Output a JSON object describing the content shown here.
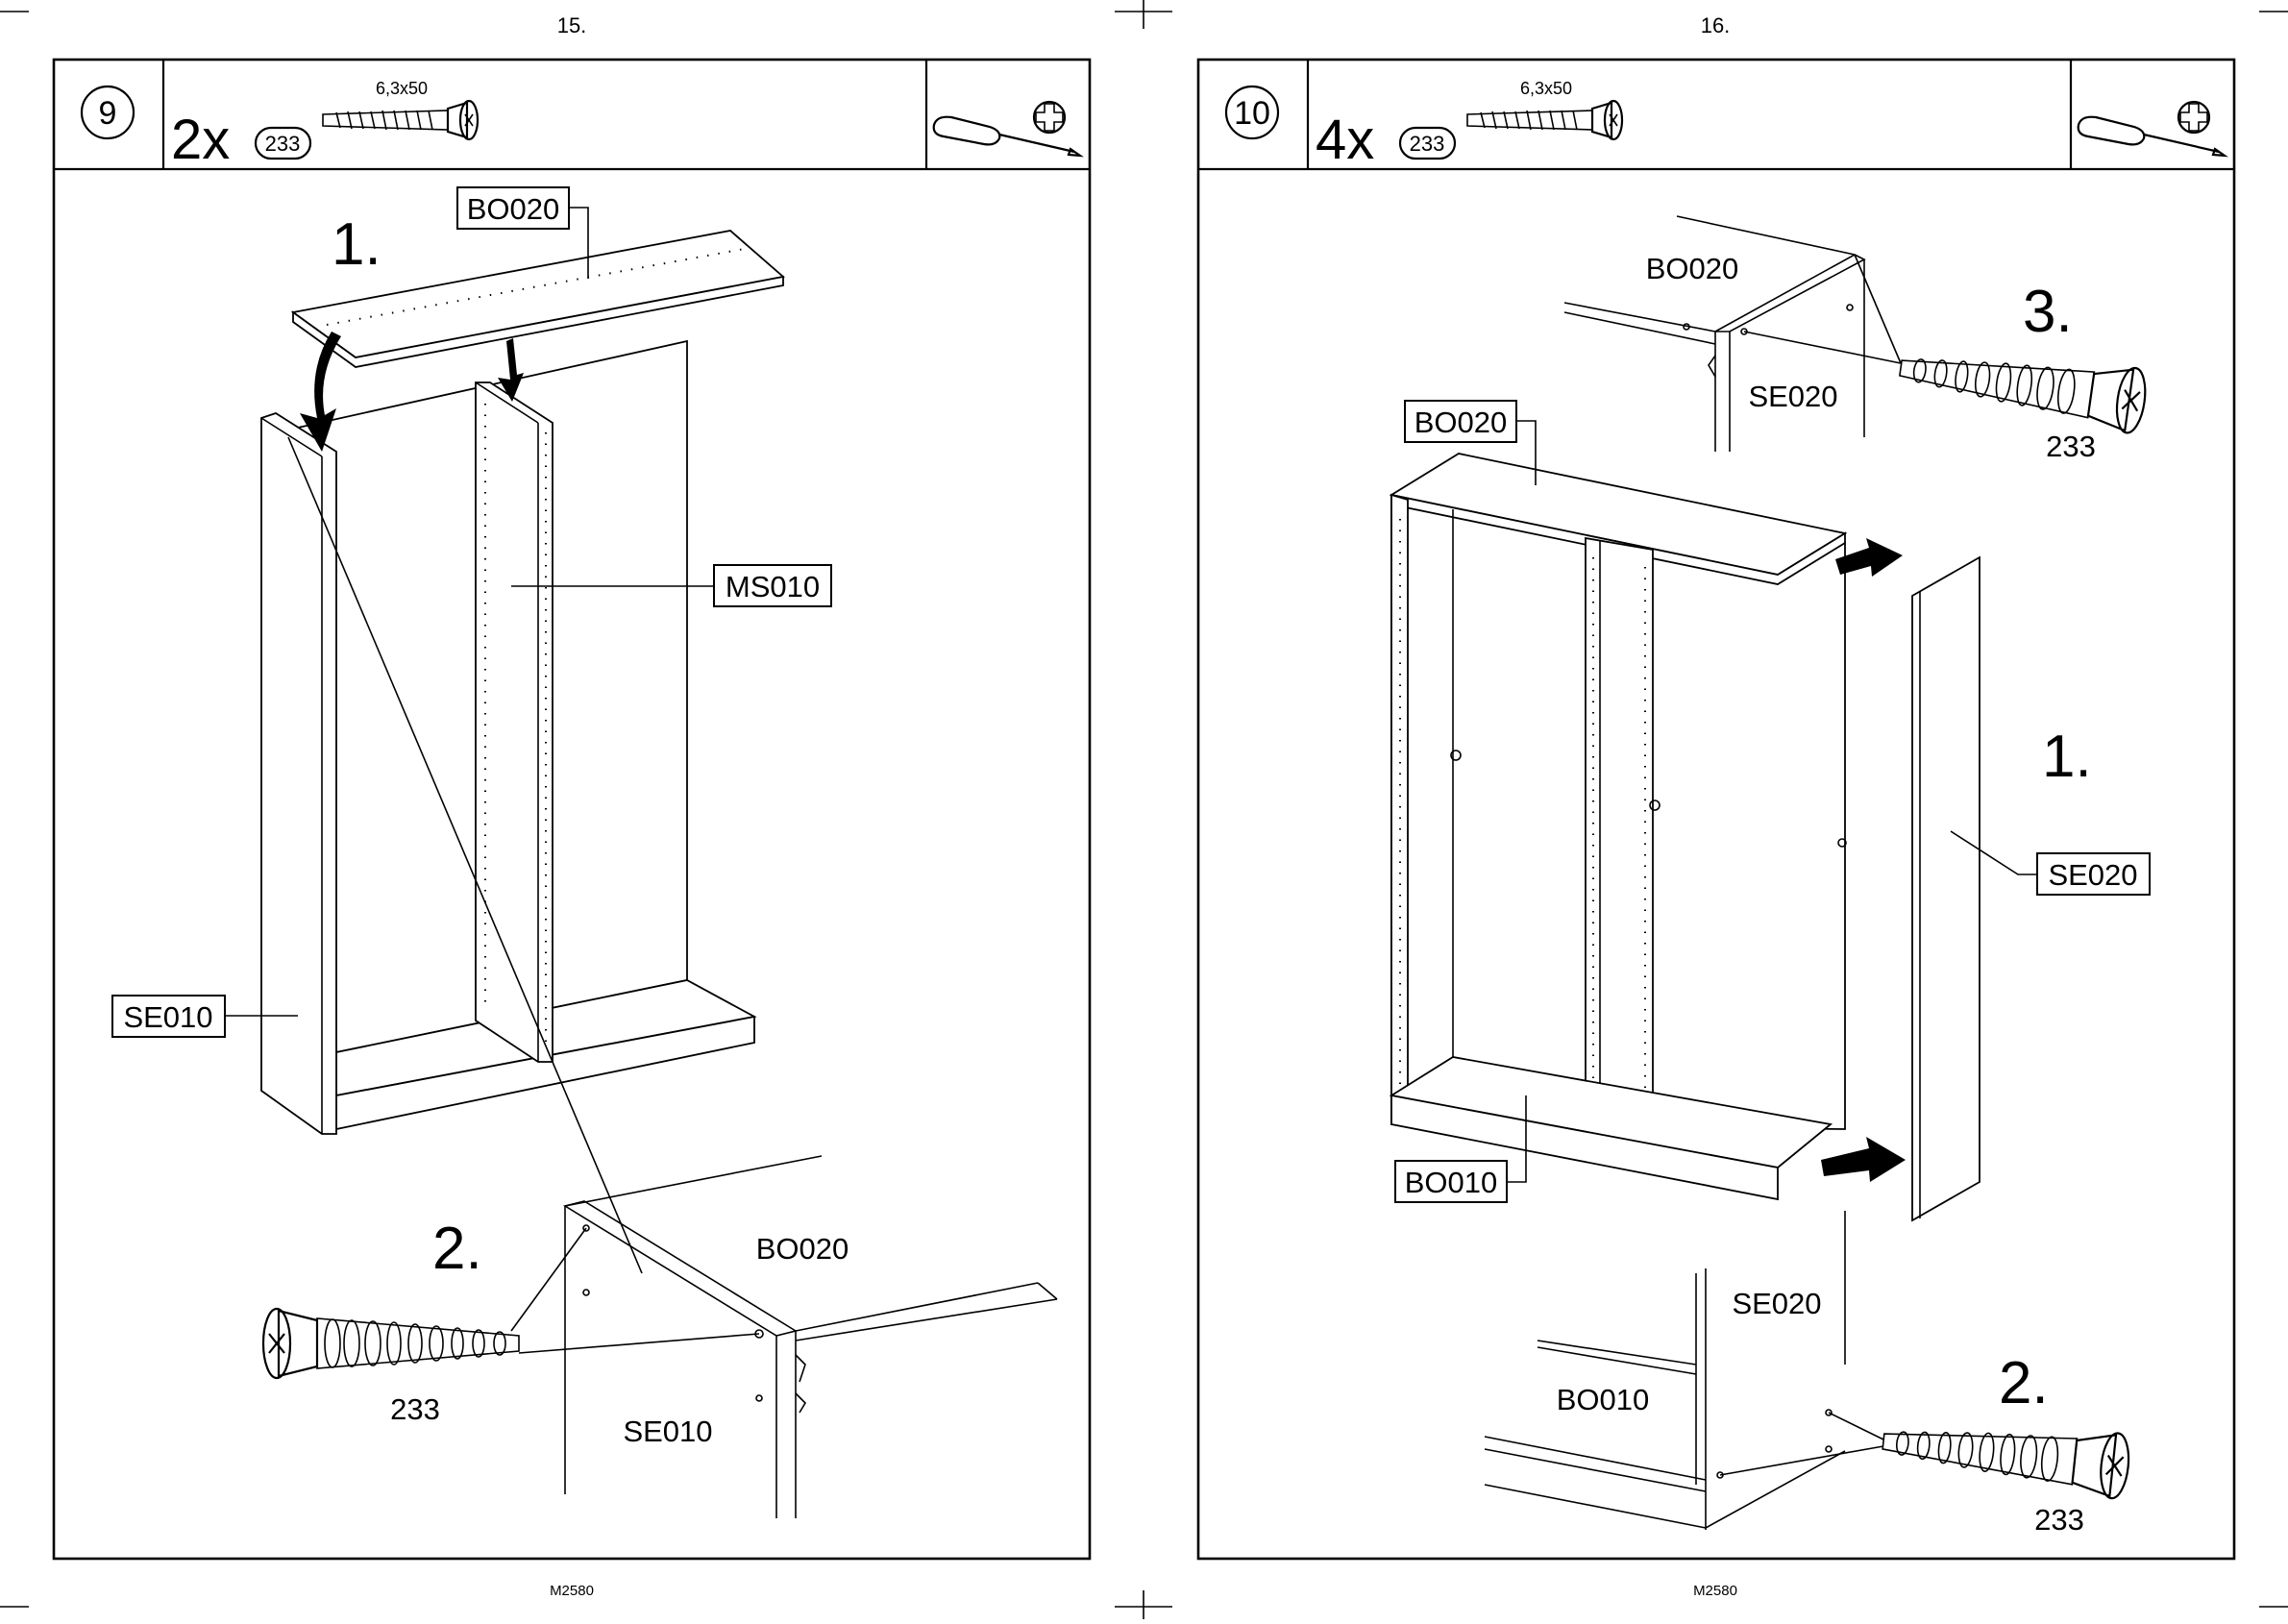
{
  "pages": [
    {
      "page_number": "15.",
      "footer": "M2580",
      "header": {
        "step_number": "9",
        "quantity": "2x",
        "part_badge": "233",
        "screw_spec": "6,3x50"
      },
      "steps": {
        "first": "1.",
        "second": "2."
      },
      "labels": {
        "top_panel": "BO020",
        "middle_panel": "MS010",
        "side_panel": "SE010"
      },
      "detail": {
        "top": "BO020",
        "side": "SE010",
        "screw": "233"
      }
    },
    {
      "page_number": "16.",
      "footer": "M2580",
      "header": {
        "step_number": "10",
        "quantity": "4x",
        "part_badge": "233",
        "screw_spec": "6,3x50"
      },
      "steps": {
        "first": "1.",
        "second": "2.",
        "third": "3."
      },
      "labels": {
        "top_panel": "BO020",
        "bottom_panel": "BO010",
        "side_panel": "SE020"
      },
      "detail_top": {
        "top": "BO020",
        "side": "SE020",
        "screw": "233"
      },
      "detail_bottom": {
        "side": "SE020",
        "bottom": "BO010",
        "screw": "233"
      }
    }
  ],
  "icons": [
    "screw-icon",
    "screwdriver-icon",
    "phillips-cross-icon",
    "arrow-icon"
  ]
}
